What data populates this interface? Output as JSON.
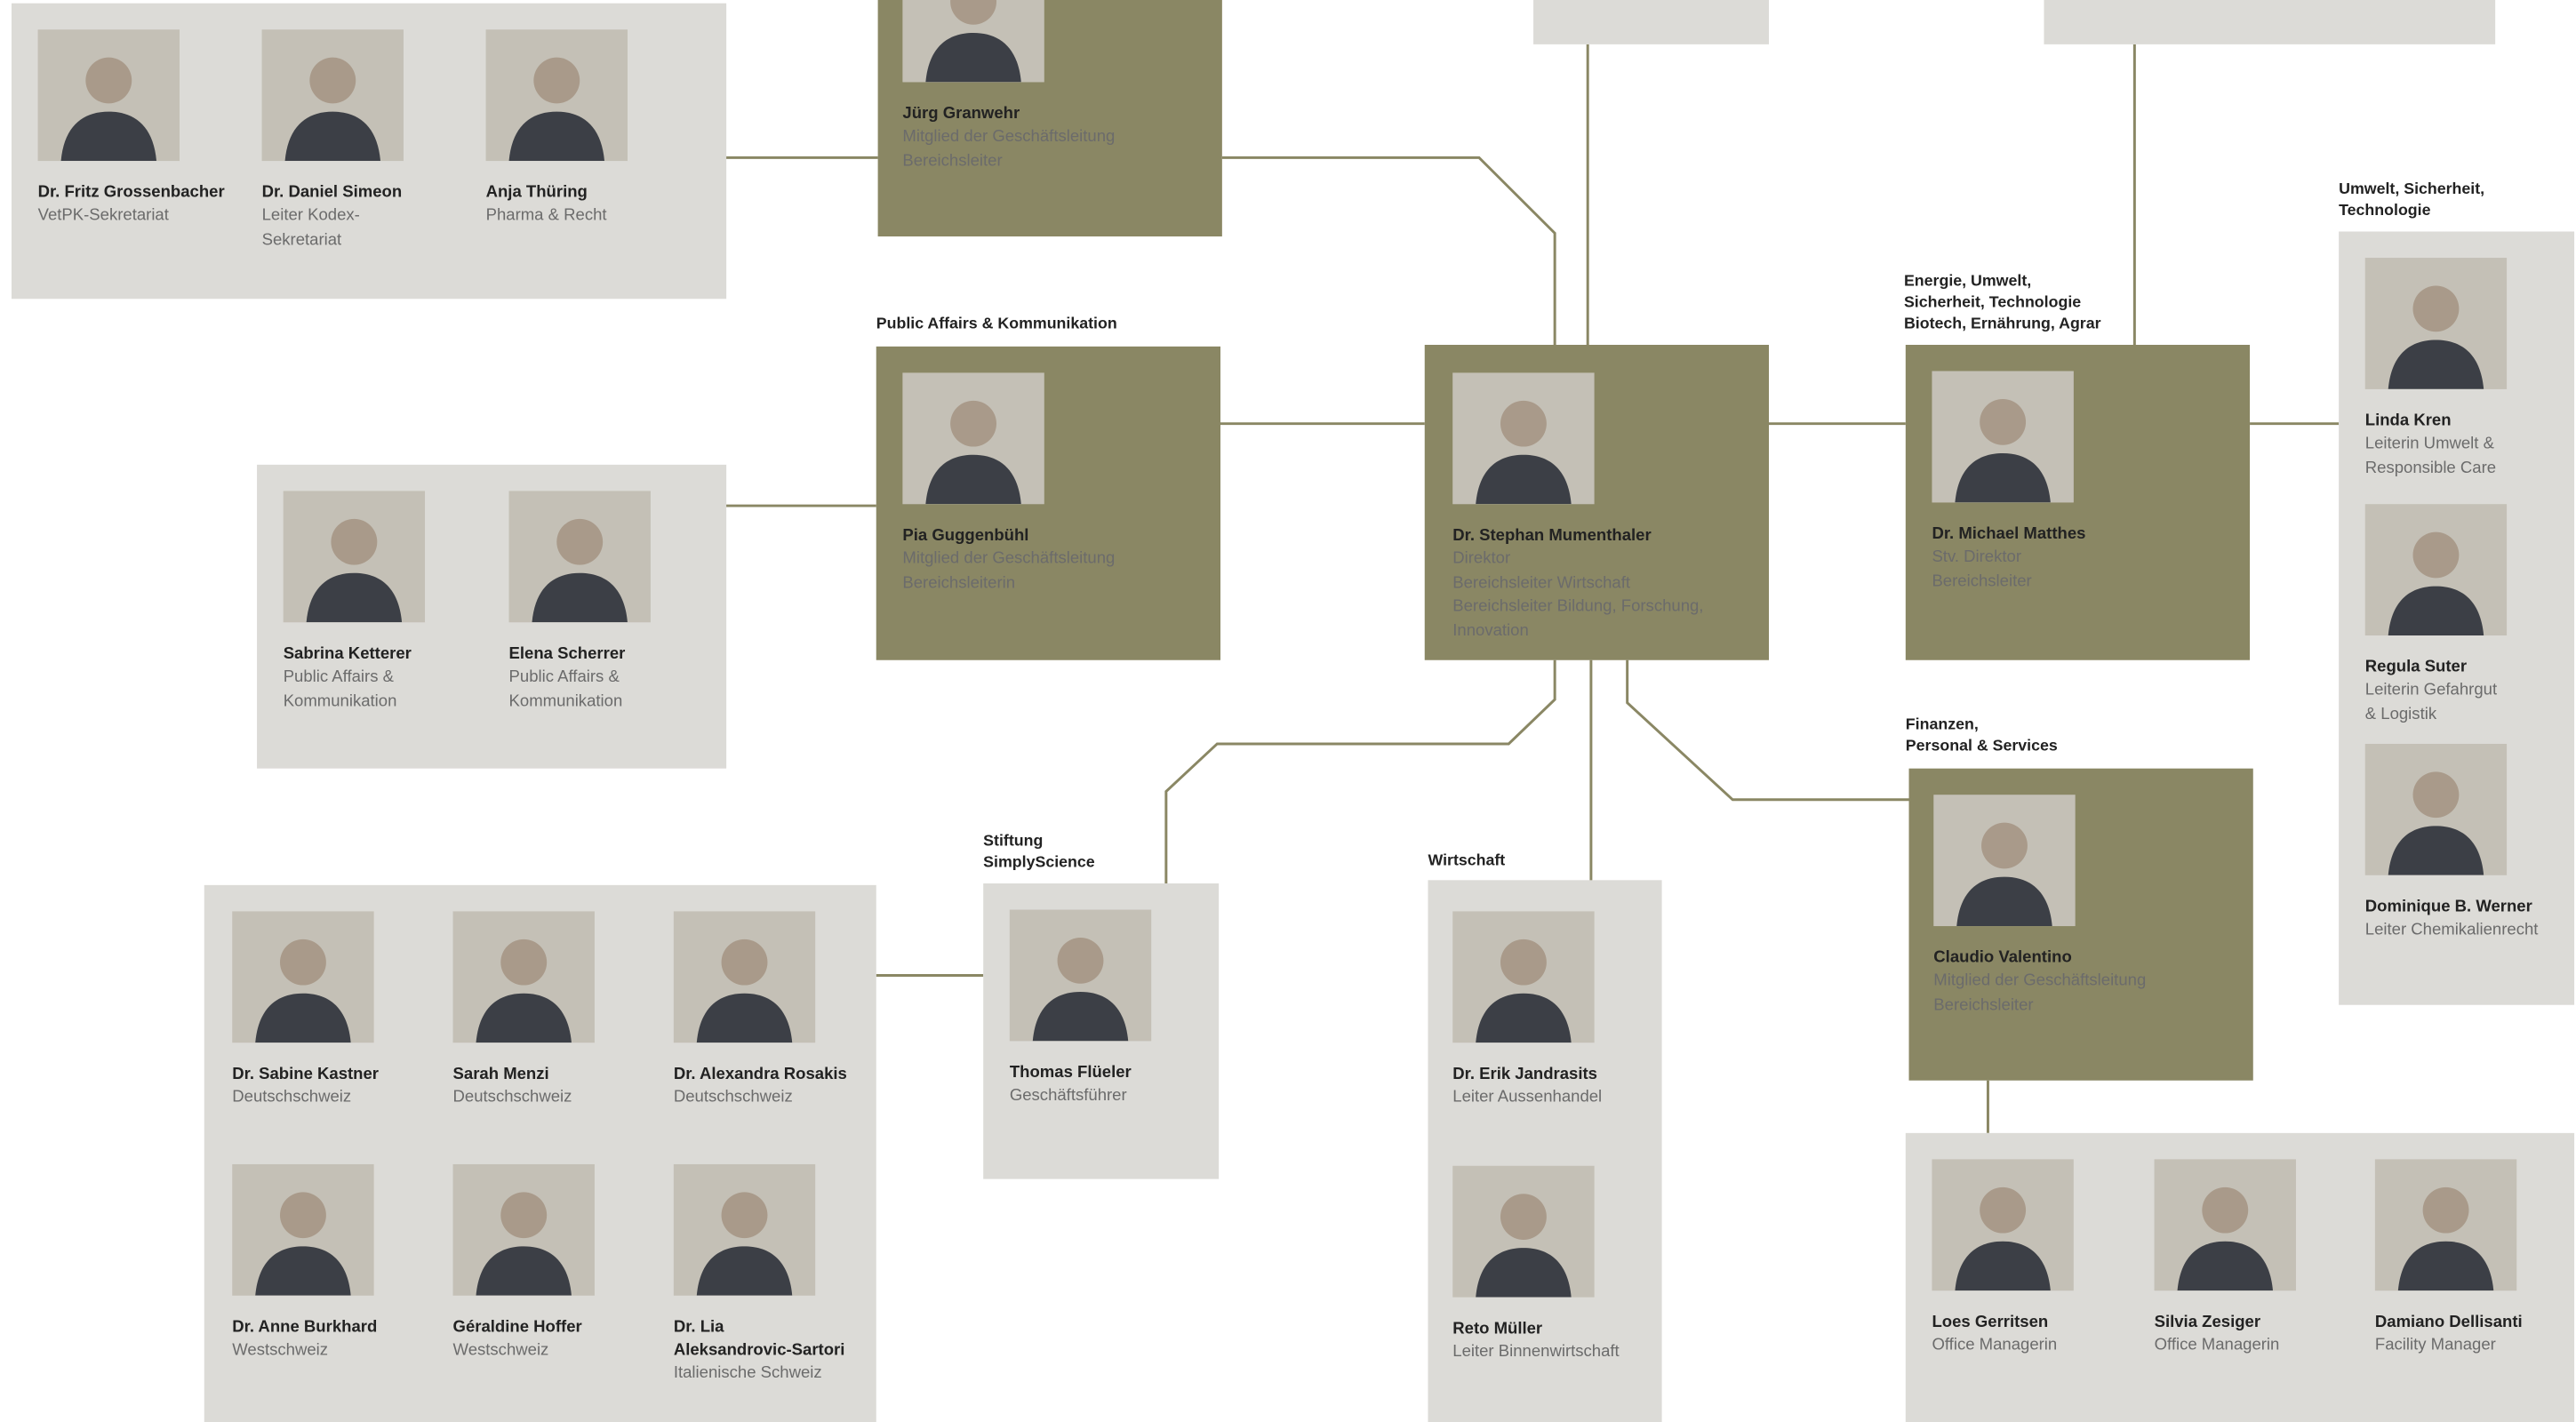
{
  "colors": {
    "olive_box": "#8a8764",
    "gray_box": "#dcdbd7",
    "connector": "#8a8764"
  },
  "labels": {
    "public_affairs": "Public Affairs & Kommunikation",
    "energie": "Energie, Umwelt,\nSicherheit, Technologie\nBiotech, Ernährung, Agrar",
    "umwelt": "Umwelt, Sicherheit,\nTechnologie",
    "finanzen": "Finanzen,\nPersonal & Services",
    "stiftung": "Stiftung\nSimplyScience",
    "wirtschaft": "Wirtschaft"
  },
  "people": {
    "grossenbacher": {
      "name": "Dr. Fritz Grossenbacher",
      "role": "VetPK-Sekretariat",
      "photo": "person-photo"
    },
    "simeon": {
      "name": "Dr. Daniel Simeon",
      "role": "Leiter Kodex-\nSekretariat",
      "photo": "person-photo"
    },
    "thuering": {
      "name": "Anja Thüring",
      "role": "Pharma & Recht",
      "photo": "person-photo"
    },
    "granwehr": {
      "name": "Jürg Granwehr",
      "role": "Mitglied der Geschäftsleitung\nBereichsleiter",
      "photo": "person-photo"
    },
    "guggenbuehl": {
      "name": "Pia Guggenbühl",
      "role": "Mitglied der Geschäftsleitung\nBereichsleiterin",
      "photo": "person-photo"
    },
    "mumenthaler": {
      "name": "Dr. Stephan Mumenthaler",
      "role": "Direktor\nBereichsleiter Wirtschaft\nBereichsleiter Bildung, Forschung,\nInnovation",
      "photo": "person-photo"
    },
    "matthes": {
      "name": "Dr. Michael Matthes",
      "role": "Stv. Direktor\nBereichsleiter",
      "photo": "person-photo"
    },
    "kren": {
      "name": "Linda Kren",
      "role": "Leiterin Umwelt &\nResponsible Care",
      "photo": "person-photo"
    },
    "suter": {
      "name": "Regula Suter",
      "role": "Leiterin Gefahrgut\n& Logistik",
      "photo": "person-photo"
    },
    "werner": {
      "name": "Dominique B. Werner",
      "role": "Leiter Chemikalienrecht",
      "photo": "person-photo"
    },
    "ketterer": {
      "name": "Sabrina Ketterer",
      "role": "Public Affairs &\nKommunikation",
      "photo": "person-photo"
    },
    "scherrer": {
      "name": "Elena Scherrer",
      "role": "Public Affairs &\nKommunikation",
      "photo": "person-photo"
    },
    "valentino": {
      "name": "Claudio Valentino",
      "role": "Mitglied der Geschäftsleitung\nBereichsleiter",
      "photo": "person-photo"
    },
    "kastner": {
      "name": "Dr. Sabine Kastner",
      "role": "Deutschschweiz",
      "photo": "person-photo"
    },
    "menzi": {
      "name": "Sarah Menzi",
      "role": "Deutschschweiz",
      "photo": "person-photo"
    },
    "rosakis": {
      "name": "Dr. Alexandra Rosakis",
      "role": "Deutschschweiz",
      "photo": "person-photo"
    },
    "burkhard": {
      "name": "Dr. Anne Burkhard",
      "role": "Westschweiz",
      "photo": "person-photo"
    },
    "hoffer": {
      "name": "Géraldine Hoffer",
      "role": "Westschweiz",
      "photo": "person-photo"
    },
    "sartori": {
      "name": "Dr. Lia\nAleksandrovic-Sartori",
      "role": "Italienische Schweiz",
      "photo": "person-photo"
    },
    "flueeler": {
      "name": "Thomas Flüeler",
      "role": "Geschäftsführer",
      "photo": "person-photo"
    },
    "jandrasits": {
      "name": "Dr. Erik Jandrasits",
      "role": "Leiter Aussenhandel",
      "photo": "person-photo"
    },
    "mueller": {
      "name": "Reto Müller",
      "role": "Leiter Binnenwirtschaft",
      "photo": "person-photo"
    },
    "gerritsen": {
      "name": "Loes Gerritsen",
      "role": "Office Managerin",
      "photo": "person-photo"
    },
    "zesiger": {
      "name": "Silvia Zesiger",
      "role": "Office Managerin",
      "photo": "person-photo"
    },
    "dellisanti": {
      "name": "Damiano Dellisanti",
      "role": "Facility Manager",
      "photo": "person-photo"
    }
  }
}
